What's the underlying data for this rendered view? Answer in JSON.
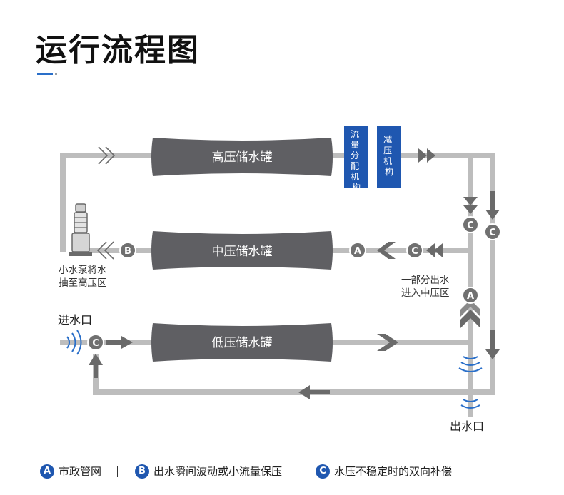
{
  "title": "运行流程图",
  "tanks": {
    "high": "高压储水罐",
    "mid": "中压储水罐",
    "low": "低压储水罐"
  },
  "mechanisms": {
    "flow_distribution": "流量分配机构",
    "pressure_reduction": "减压机构"
  },
  "labels": {
    "pump_line1": "小水泵将水",
    "pump_line2": "抽至高压区",
    "inlet": "进水口",
    "outlet": "出水口",
    "partial_line1": "一部分出水",
    "partial_line2": "进入中压区"
  },
  "node_letters": {
    "a": "A",
    "b": "B",
    "c": "C"
  },
  "legend": [
    {
      "letter": "A",
      "text": "市政管网"
    },
    {
      "letter": "B",
      "text": "出水瞬间波动或小流量保压"
    },
    {
      "letter": "C",
      "text": "水压不稳定时的双向补偿"
    }
  ],
  "colors": {
    "pipe": "#bdbdbd",
    "tank": "#5f5f63",
    "arrow": "#6a6a6a",
    "mechanism": "#1f57b0",
    "wave": "#2a6fc9"
  }
}
